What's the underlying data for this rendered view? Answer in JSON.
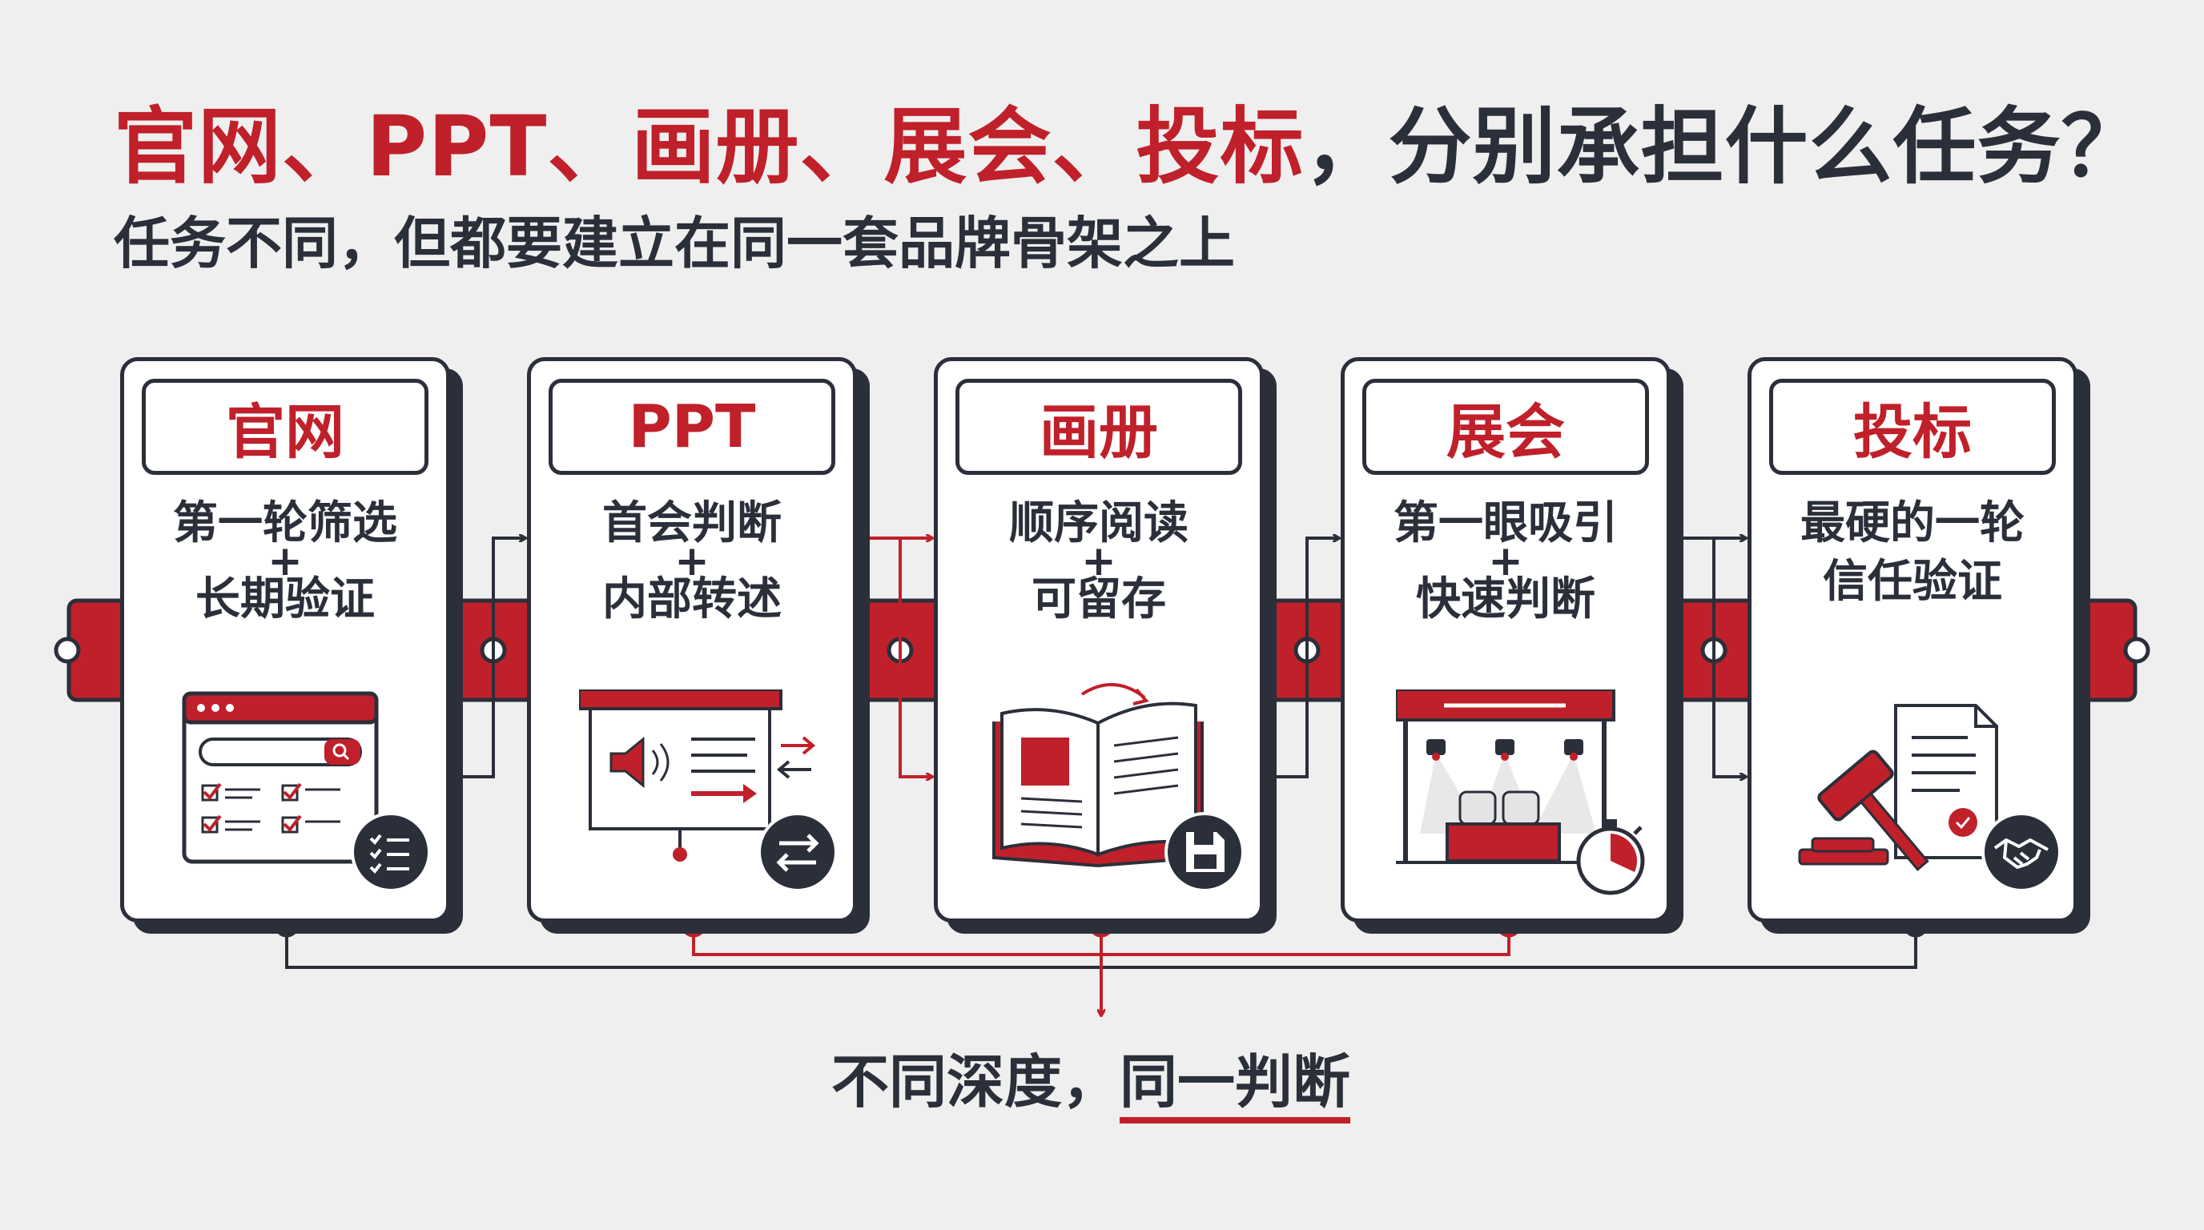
{
  "title": {
    "items": [
      "官网",
      "PPT",
      "画册",
      "展会",
      "投标"
    ],
    "separator": "、",
    "question": "，分别承担什么任务？"
  },
  "subtitle": "任务不同，但都要建立在同一套品牌骨架之上",
  "cards": [
    {
      "title": "官网",
      "line1": "第一轮筛选",
      "plus": "+",
      "line2": "长期验证",
      "icon": "browser-checklist-icon",
      "badge": "checklist-icon"
    },
    {
      "title": "PPT",
      "line1": "首会判断",
      "plus": "+",
      "line2": "内部转述",
      "icon": "presentation-screen-icon",
      "badge": "swap-arrows-icon"
    },
    {
      "title": "画册",
      "line1": "顺序阅读",
      "plus": "+",
      "line2": "可留存",
      "icon": "open-book-icon",
      "badge": "save-disk-icon"
    },
    {
      "title": "展会",
      "line1": "第一眼吸引",
      "plus": "+",
      "line2": "快速判断",
      "icon": "exhibition-booth-icon",
      "badge": "stopwatch-icon"
    },
    {
      "title": "投标",
      "line1": "最硬的一轮",
      "plus": "",
      "line2": "信任验证",
      "icon": "gavel-document-icon",
      "badge": "handshake-icon"
    }
  ],
  "footer": {
    "prefix": "不同深度，",
    "emphasis": "同一判断"
  },
  "colors": {
    "red": "#c0202a",
    "dark": "#2b2f3a",
    "background": "#efefef",
    "white": "#ffffff"
  }
}
